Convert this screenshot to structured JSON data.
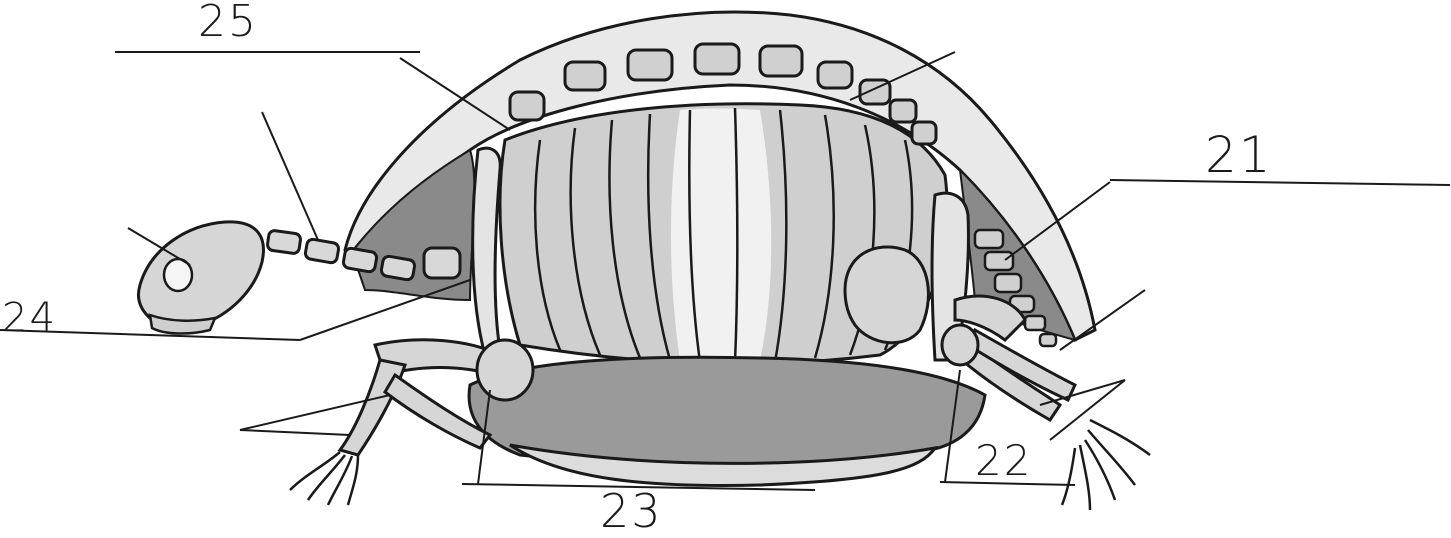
{
  "diagram": {
    "labels": [
      {
        "id": "lbl-21",
        "text": "21"
      },
      {
        "id": "lbl-22",
        "text": "22"
      },
      {
        "id": "lbl-23",
        "text": "23"
      },
      {
        "id": "lbl-24",
        "text": "24"
      },
      {
        "id": "lbl-25",
        "text": "25"
      }
    ],
    "colors": {
      "ink": "#1a1a1a",
      "shell_light": "#ececec",
      "shell_mid": "#b9b9b9",
      "shell_dark": "#7f7f7f",
      "bone": "#d6d6d6"
    }
  }
}
